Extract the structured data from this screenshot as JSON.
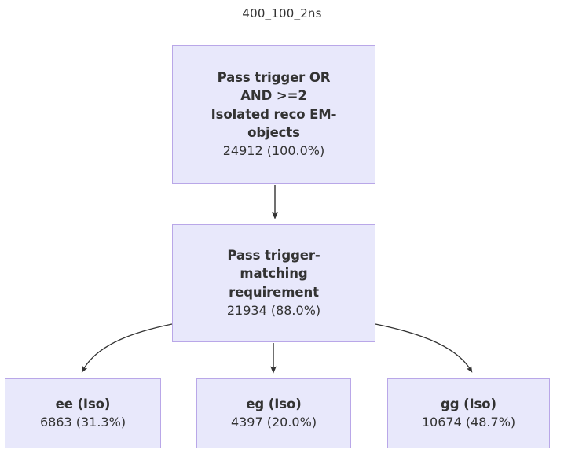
{
  "title": "400_100_2ns",
  "colors": {
    "node_fill": "#e8e8fb",
    "node_border": "#b9a7e8",
    "text": "#333333",
    "edge": "#333333",
    "background": "#ffffff"
  },
  "chart_data": {
    "type": "diagram",
    "title": "400_100_2ns",
    "nodes": [
      {
        "id": "root",
        "label": "Pass trigger OR\nAND >=2\nIsolated reco EM-\nobjects",
        "label_lines": [
          "Pass trigger OR",
          "AND >=2",
          "Isolated reco EM-",
          "objects"
        ],
        "count": 24912,
        "percent": "100.0%",
        "count_text": "24912 (100.0%)"
      },
      {
        "id": "matching",
        "label": "Pass trigger-\nmatching\nrequirement",
        "label_lines": [
          "Pass trigger-",
          "matching",
          "requirement"
        ],
        "count": 21934,
        "percent": "88.0%",
        "count_text": "21934 (88.0%)"
      },
      {
        "id": "ee",
        "label": "ee (Iso)",
        "label_lines": [
          "ee (Iso)"
        ],
        "count": 6863,
        "percent": "31.3%",
        "count_text": "6863 (31.3%)"
      },
      {
        "id": "eg",
        "label": "eg (Iso)",
        "label_lines": [
          "eg (Iso)"
        ],
        "count": 4397,
        "percent": "20.0%",
        "count_text": "4397 (20.0%)"
      },
      {
        "id": "gg",
        "label": "gg (Iso)",
        "label_lines": [
          "gg (Iso)"
        ],
        "count": 10674,
        "percent": "48.7%",
        "count_text": "10674 (48.7%)"
      }
    ],
    "edges": [
      {
        "from": "root",
        "to": "matching"
      },
      {
        "from": "matching",
        "to": "ee"
      },
      {
        "from": "matching",
        "to": "eg"
      },
      {
        "from": "matching",
        "to": "gg"
      }
    ]
  },
  "nodes": {
    "root": {
      "line1": "Pass trigger OR",
      "line2": "AND >=2",
      "line3": "Isolated reco EM-",
      "line4": "objects",
      "count_text": "24912 (100.0%)"
    },
    "matching": {
      "line1": "Pass trigger-",
      "line2": "matching",
      "line3": "requirement",
      "count_text": "21934 (88.0%)"
    },
    "ee": {
      "line1": "ee (Iso)",
      "count_text": "6863 (31.3%)"
    },
    "eg": {
      "line1": "eg (Iso)",
      "count_text": "4397 (20.0%)"
    },
    "gg": {
      "line1": "gg (Iso)",
      "count_text": "10674 (48.7%)"
    }
  }
}
